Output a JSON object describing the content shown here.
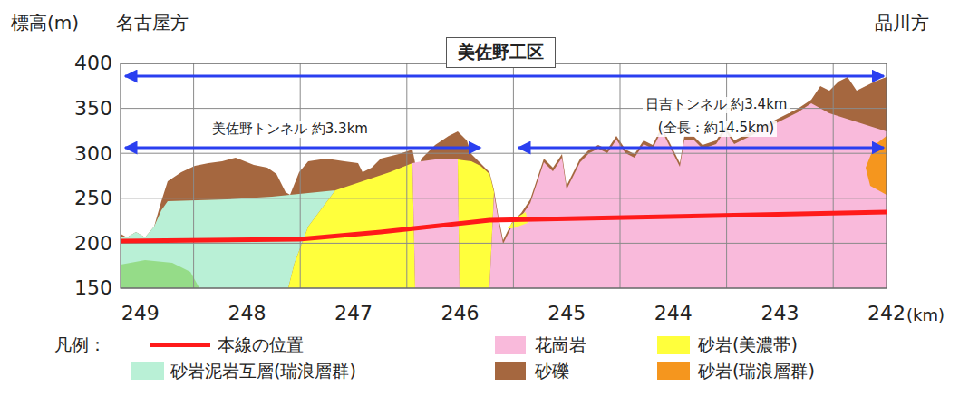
{
  "diagram": {
    "nodes": [
      {
        "text": [
          "美佐野工区"
        ]
      }
    ],
    "labels": [
      "標高(m)",
      "名古屋方",
      "品川方",
      "美佐野トンネル 約3.3km",
      "日吉トンネル 約3.4km",
      "(全長：約14.5km)",
      "400",
      "350",
      "300",
      "250",
      "200",
      "150",
      "249",
      "248",
      "247",
      "246",
      "245",
      "244",
      "243",
      "242",
      "(km)",
      "凡例："
    ],
    "legend": [
      {
        "text": "本線の位置"
      },
      {
        "text": "砂岩泥岩互層(瑞浪層群)",
        "color": "#b9f0d6"
      },
      {
        "text": "花崗岩",
        "color": "#f9badb"
      },
      {
        "text": "砂礫",
        "color": "#a5673f"
      },
      {
        "text": "砂岩(美濃帯)",
        "color": "#ffff3c"
      },
      {
        "text": "砂岩(瑞浪層群)",
        "color": "#f5961e"
      }
    ]
  }
}
